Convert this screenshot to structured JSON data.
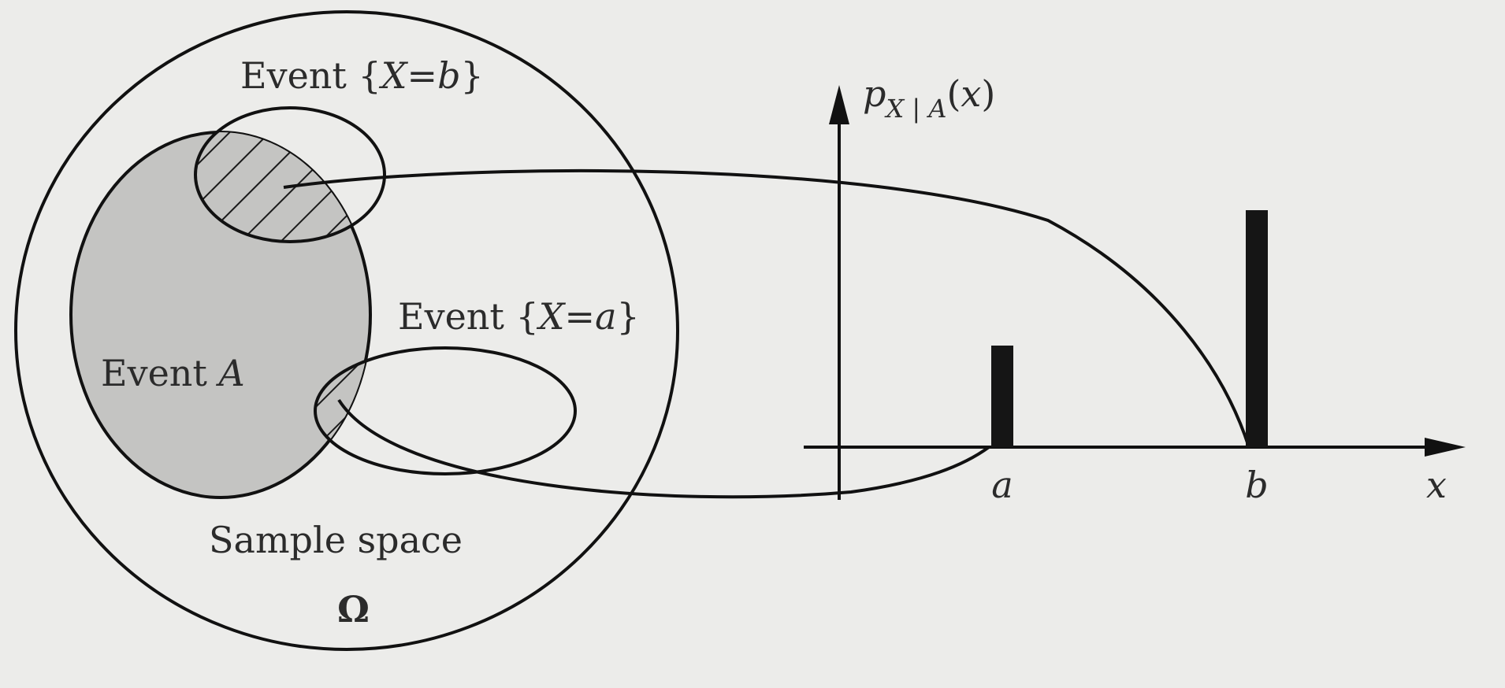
{
  "venn": {
    "label_event_b": "Event {X=b}",
    "label_event_a_set": "Event {X=a}",
    "label_event_A": "Event A",
    "label_sample_space": "Sample space",
    "label_omega": "Ω"
  },
  "chart_data": {
    "type": "bar",
    "ylabel": "p_X|A(x)",
    "xlabel": "x",
    "categories": [
      "a",
      "b"
    ],
    "values": [
      0.3,
      0.7
    ],
    "grid": false
  }
}
